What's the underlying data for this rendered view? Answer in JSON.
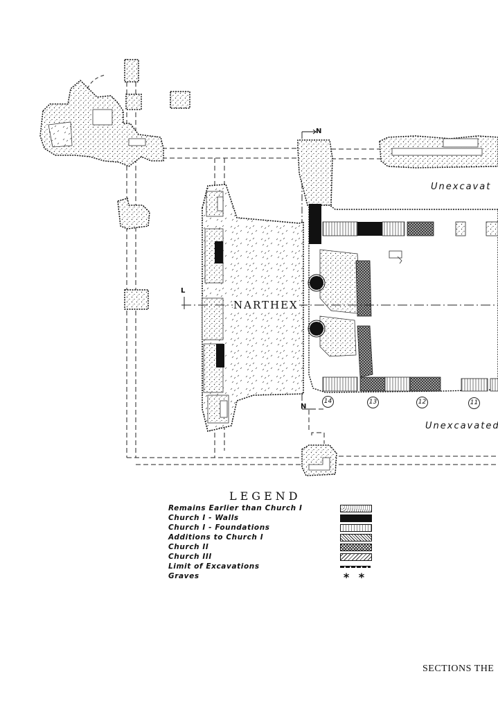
{
  "plan": {
    "unexcavated_top": "Unexcavat",
    "unexcavated_bottom": "Unexcavated",
    "narthex": "NARTHEX",
    "section_mark_n_top": "N",
    "section_mark_n_bottom": "N",
    "section_mark_l": "L",
    "piers": [
      "14",
      "13",
      "12",
      "11"
    ]
  },
  "legend": {
    "title": "LEGEND",
    "items": [
      {
        "label": "Remains Earlier than Church I",
        "symbol": ""
      },
      {
        "label": "Church I - Walls",
        "symbol": ""
      },
      {
        "label": "Church I - Foundations",
        "symbol": ""
      },
      {
        "label": "Additions to Church I",
        "symbol": ""
      },
      {
        "label": "Church II",
        "symbol": ""
      },
      {
        "label": "Church III",
        "symbol": ""
      },
      {
        "label": "Limit of Excavations",
        "symbol": ""
      },
      {
        "label": "Graves",
        "symbol": "* *"
      }
    ]
  },
  "footer": {
    "caption": "SECTIONS THE"
  }
}
